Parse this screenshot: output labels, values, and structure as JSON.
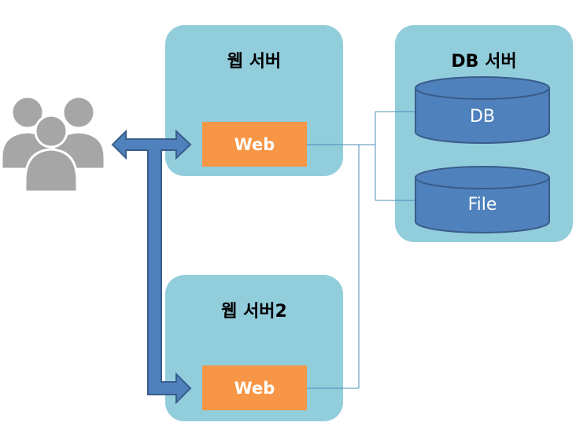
{
  "web_server_1": {
    "title": "웹 서버",
    "component": "Web"
  },
  "web_server_2": {
    "title": "웹 서버2",
    "component": "Web"
  },
  "db_server": {
    "title": "DB 서버",
    "storage": [
      {
        "label": "DB"
      },
      {
        "label": "File"
      }
    ]
  },
  "colors": {
    "panel": "#92cddc",
    "component": "#f79646",
    "cylinder_fill": "#4f81bd",
    "cylinder_stroke": "#385d8a",
    "arrow_fill": "#4f81bd",
    "connector": "#4a8fb5",
    "users": "#a6a6a6"
  },
  "icons": {
    "users": "users-group-icon"
  }
}
